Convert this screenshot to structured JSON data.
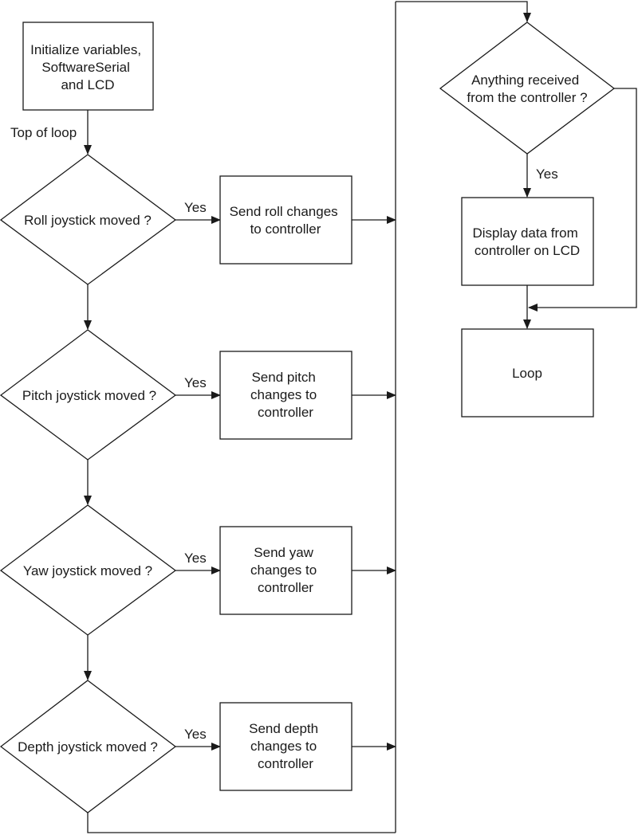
{
  "flowchart": {
    "init": [
      "Initialize variables,",
      "SoftwareSerial",
      "and LCD"
    ],
    "top_of_loop": "Top of loop",
    "decisions": {
      "roll": "Roll joystick moved ?",
      "pitch": "Pitch joystick moved ?",
      "yaw": "Yaw joystick moved ?",
      "depth": "Depth joystick moved ?",
      "received": [
        "Anything received",
        "from the controller ?"
      ]
    },
    "actions": {
      "roll": [
        "Send roll changes",
        "to controller"
      ],
      "pitch": [
        "Send pitch",
        "changes to",
        "controller"
      ],
      "yaw": [
        "Send yaw",
        "changes to",
        "controller"
      ],
      "depth": [
        "Send depth",
        "changes to",
        "controller"
      ],
      "display": [
        "Display data from",
        "controller on LCD"
      ],
      "loop": [
        "Loop"
      ]
    },
    "yes": "Yes"
  }
}
